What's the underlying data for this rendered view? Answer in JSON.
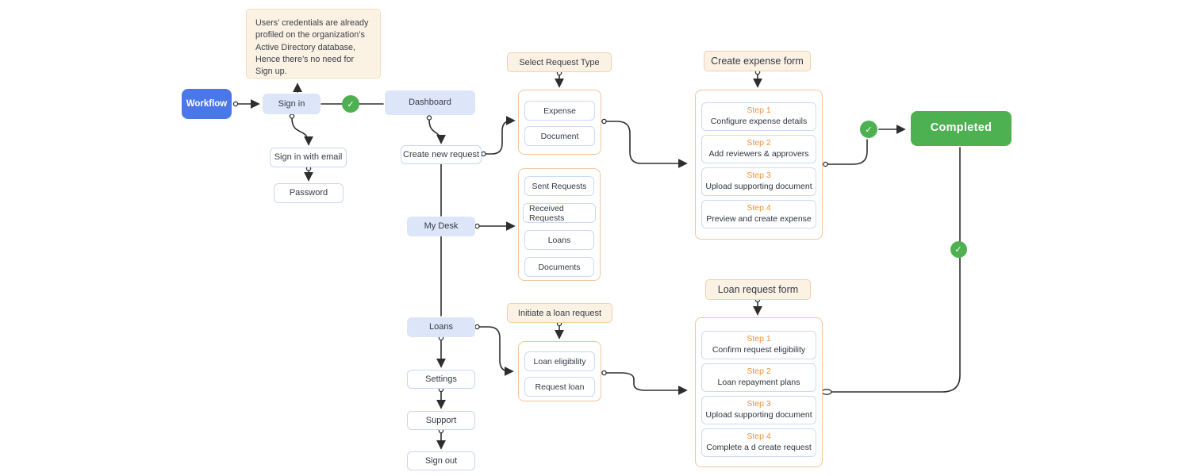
{
  "icons": {
    "check": "✓"
  },
  "colors": {
    "accent_blue": "#4a78e9",
    "lavender": "#dde6f8",
    "cream": "#fcf2e4",
    "orange_border": "#efc69e",
    "orange_text": "#f0913c",
    "success_green": "#4db151",
    "line": "#2e2e2e"
  },
  "note": {
    "text": "Users’ credentials are already profiled on the organization’s Active Directory database, Hence there’s no need for Sign up."
  },
  "nodes": {
    "workflow": "Workflow",
    "sign_in": "Sign in",
    "dashboard": "Dashboard",
    "sign_in_with_email": "Sign in with email",
    "password": "Password",
    "create_new_request": "Create new request",
    "my_desk": "My Desk",
    "loans": "Loans",
    "settings": "Settings",
    "support": "Support",
    "sign_out": "Sign out",
    "completed": "Completed"
  },
  "groups": {
    "select_request": {
      "title": "Select Request Type",
      "options": [
        "Expense",
        "Document"
      ]
    },
    "my_desk_menu": {
      "options": [
        "Sent Requests",
        "Received Requests",
        "Loans",
        "Documents"
      ]
    },
    "loan_menu": {
      "title": "Initiate a loan request",
      "options": [
        "Loan eligibility",
        "Request loan"
      ]
    },
    "expense_form": {
      "title": "Create expense form",
      "steps": [
        {
          "label": "Step 1",
          "desc": "Configure expense details"
        },
        {
          "label": "Step 2",
          "desc": "Add reviewers & approvers"
        },
        {
          "label": "Step 3",
          "desc": "Upload supporting document"
        },
        {
          "label": "Step 4",
          "desc": "Preview and create expense"
        }
      ]
    },
    "loan_form": {
      "title": "Loan request form",
      "steps": [
        {
          "label": "Step 1",
          "desc": "Confirm request eligibility"
        },
        {
          "label": "Step 2",
          "desc": "Loan repayment plans"
        },
        {
          "label": "Step 3",
          "desc": "Upload supporting document"
        },
        {
          "label": "Step 4",
          "desc": "Complete a d create request"
        }
      ]
    }
  }
}
